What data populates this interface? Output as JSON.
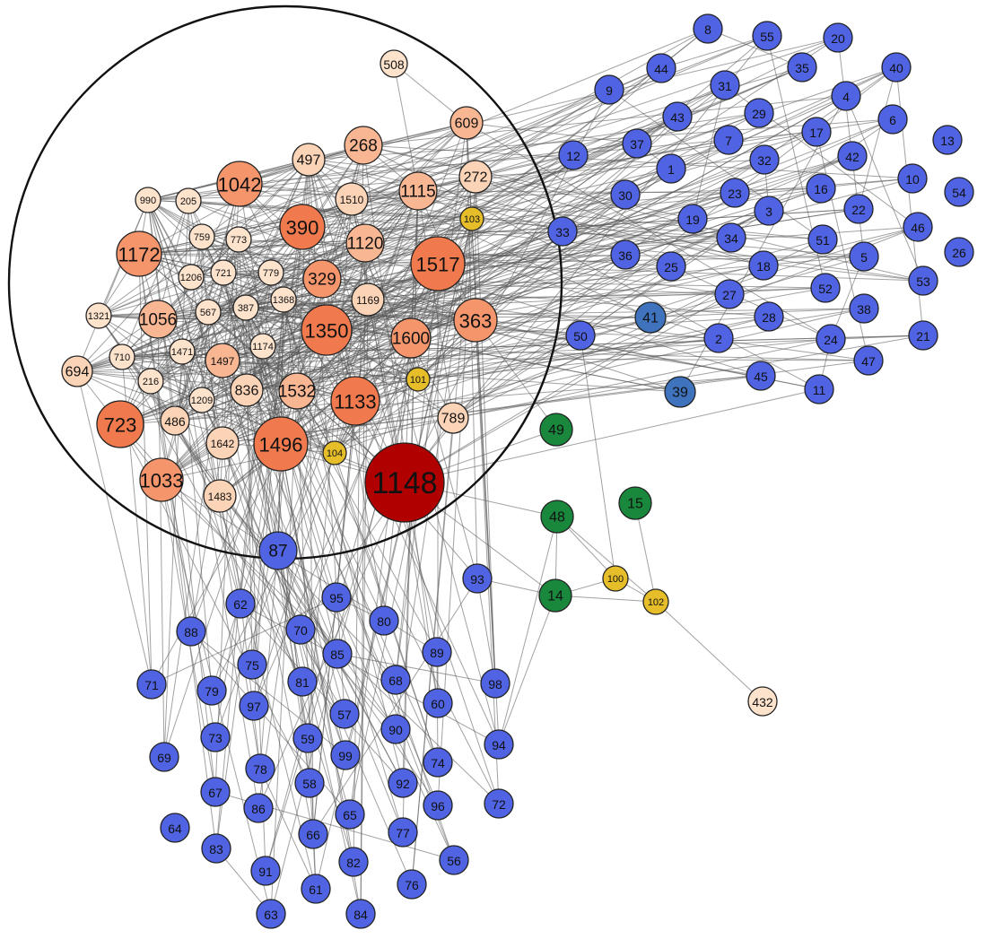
{
  "colors": {
    "blue": "#4f63e3",
    "steel": "#3f73bd",
    "green": "#19883c",
    "yellow": "#e6be2a",
    "darkred": "#b00000",
    "orange_dark": "#f07a4e",
    "orange_mid": "#f5956c",
    "orange_light": "#f8b692",
    "peach_light": "#fbd3b6",
    "peach_pale": "#fde2cc",
    "edge": "#555555",
    "outline": "#111111"
  },
  "nodes": [
    {
      "id": "1148",
      "color": "darkred"
    },
    {
      "id": "1517",
      "color": "orange_dark"
    },
    {
      "id": "1496",
      "color": "orange_dark"
    },
    {
      "id": "1350",
      "color": "orange_dark"
    },
    {
      "id": "1133",
      "color": "orange_dark"
    },
    {
      "id": "390",
      "color": "orange_dark"
    },
    {
      "id": "723",
      "color": "orange_dark"
    },
    {
      "id": "1172",
      "color": "orange_mid"
    },
    {
      "id": "1042",
      "color": "orange_mid"
    },
    {
      "id": "1033",
      "color": "orange_mid"
    },
    {
      "id": "363",
      "color": "orange_mid"
    },
    {
      "id": "329",
      "color": "orange_mid"
    },
    {
      "id": "1600",
      "color": "orange_mid"
    },
    {
      "id": "268",
      "color": "orange_light"
    },
    {
      "id": "1115",
      "color": "orange_light"
    },
    {
      "id": "1120",
      "color": "orange_light"
    },
    {
      "id": "1056",
      "color": "orange_light"
    },
    {
      "id": "1532",
      "color": "orange_light"
    },
    {
      "id": "1497",
      "color": "orange_light"
    },
    {
      "id": "609",
      "color": "orange_light"
    },
    {
      "id": "272",
      "color": "peach_light"
    },
    {
      "id": "1510",
      "color": "peach_light"
    },
    {
      "id": "497",
      "color": "peach_light"
    },
    {
      "id": "1169",
      "color": "peach_light"
    },
    {
      "id": "836",
      "color": "peach_light"
    },
    {
      "id": "486",
      "color": "peach_light"
    },
    {
      "id": "1642",
      "color": "peach_light"
    },
    {
      "id": "1483",
      "color": "peach_light"
    },
    {
      "id": "694",
      "color": "peach_light"
    },
    {
      "id": "789",
      "color": "peach_light"
    },
    {
      "id": "508",
      "color": "peach_pale"
    },
    {
      "id": "990",
      "color": "peach_pale"
    },
    {
      "id": "205",
      "color": "peach_pale"
    },
    {
      "id": "759",
      "color": "peach_pale"
    },
    {
      "id": "773",
      "color": "peach_pale"
    },
    {
      "id": "1206",
      "color": "peach_pale"
    },
    {
      "id": "721",
      "color": "peach_pale"
    },
    {
      "id": "779",
      "color": "peach_pale"
    },
    {
      "id": "1368",
      "color": "peach_pale"
    },
    {
      "id": "387",
      "color": "peach_pale"
    },
    {
      "id": "567",
      "color": "peach_pale"
    },
    {
      "id": "1321",
      "color": "peach_pale"
    },
    {
      "id": "1471",
      "color": "peach_pale"
    },
    {
      "id": "710",
      "color": "peach_pale"
    },
    {
      "id": "216",
      "color": "peach_pale"
    },
    {
      "id": "1174",
      "color": "peach_pale"
    },
    {
      "id": "1209",
      "color": "peach_pale"
    },
    {
      "id": "432",
      "color": "peach_pale"
    },
    {
      "id": "103",
      "color": "yellow"
    },
    {
      "id": "101",
      "color": "yellow"
    },
    {
      "id": "104",
      "color": "yellow"
    },
    {
      "id": "100",
      "color": "yellow"
    },
    {
      "id": "102",
      "color": "yellow"
    },
    {
      "id": "49",
      "color": "green"
    },
    {
      "id": "48",
      "color": "green"
    },
    {
      "id": "15",
      "color": "green"
    },
    {
      "id": "14",
      "color": "green"
    },
    {
      "id": "39",
      "color": "steel"
    },
    {
      "id": "41",
      "color": "steel"
    },
    {
      "id": "87",
      "color": "blue"
    },
    {
      "id": "8",
      "color": "blue"
    },
    {
      "id": "55",
      "color": "blue"
    },
    {
      "id": "20",
      "color": "blue"
    },
    {
      "id": "44",
      "color": "blue"
    },
    {
      "id": "35",
      "color": "blue"
    },
    {
      "id": "40",
      "color": "blue"
    },
    {
      "id": "9",
      "color": "blue"
    },
    {
      "id": "31",
      "color": "blue"
    },
    {
      "id": "4",
      "color": "blue"
    },
    {
      "id": "43",
      "color": "blue"
    },
    {
      "id": "29",
      "color": "blue"
    },
    {
      "id": "6",
      "color": "blue"
    },
    {
      "id": "12",
      "color": "blue"
    },
    {
      "id": "37",
      "color": "blue"
    },
    {
      "id": "7",
      "color": "blue"
    },
    {
      "id": "17",
      "color": "blue"
    },
    {
      "id": "13",
      "color": "blue"
    },
    {
      "id": "1",
      "color": "blue"
    },
    {
      "id": "32",
      "color": "blue"
    },
    {
      "id": "42",
      "color": "blue"
    },
    {
      "id": "30",
      "color": "blue"
    },
    {
      "id": "23",
      "color": "blue"
    },
    {
      "id": "16",
      "color": "blue"
    },
    {
      "id": "10",
      "color": "blue"
    },
    {
      "id": "54",
      "color": "blue"
    },
    {
      "id": "33",
      "color": "blue"
    },
    {
      "id": "19",
      "color": "blue"
    },
    {
      "id": "3",
      "color": "blue"
    },
    {
      "id": "22",
      "color": "blue"
    },
    {
      "id": "46",
      "color": "blue"
    },
    {
      "id": "36",
      "color": "blue"
    },
    {
      "id": "34",
      "color": "blue"
    },
    {
      "id": "51",
      "color": "blue"
    },
    {
      "id": "26",
      "color": "blue"
    },
    {
      "id": "25",
      "color": "blue"
    },
    {
      "id": "18",
      "color": "blue"
    },
    {
      "id": "5",
      "color": "blue"
    },
    {
      "id": "53",
      "color": "blue"
    },
    {
      "id": "27",
      "color": "blue"
    },
    {
      "id": "52",
      "color": "blue"
    },
    {
      "id": "28",
      "color": "blue"
    },
    {
      "id": "38",
      "color": "blue"
    },
    {
      "id": "50",
      "color": "blue"
    },
    {
      "id": "2",
      "color": "blue"
    },
    {
      "id": "24",
      "color": "blue"
    },
    {
      "id": "21",
      "color": "blue"
    },
    {
      "id": "47",
      "color": "blue"
    },
    {
      "id": "45",
      "color": "blue"
    },
    {
      "id": "11",
      "color": "blue"
    },
    {
      "id": "93",
      "color": "blue"
    },
    {
      "id": "62",
      "color": "blue"
    },
    {
      "id": "95",
      "color": "blue"
    },
    {
      "id": "88",
      "color": "blue"
    },
    {
      "id": "70",
      "color": "blue"
    },
    {
      "id": "80",
      "color": "blue"
    },
    {
      "id": "85",
      "color": "blue"
    },
    {
      "id": "89",
      "color": "blue"
    },
    {
      "id": "75",
      "color": "blue"
    },
    {
      "id": "71",
      "color": "blue"
    },
    {
      "id": "79",
      "color": "blue"
    },
    {
      "id": "81",
      "color": "blue"
    },
    {
      "id": "68",
      "color": "blue"
    },
    {
      "id": "98",
      "color": "blue"
    },
    {
      "id": "60",
      "color": "blue"
    },
    {
      "id": "97",
      "color": "blue"
    },
    {
      "id": "57",
      "color": "blue"
    },
    {
      "id": "90",
      "color": "blue"
    },
    {
      "id": "73",
      "color": "blue"
    },
    {
      "id": "59",
      "color": "blue"
    },
    {
      "id": "99",
      "color": "blue"
    },
    {
      "id": "94",
      "color": "blue"
    },
    {
      "id": "69",
      "color": "blue"
    },
    {
      "id": "78",
      "color": "blue"
    },
    {
      "id": "74",
      "color": "blue"
    },
    {
      "id": "58",
      "color": "blue"
    },
    {
      "id": "92",
      "color": "blue"
    },
    {
      "id": "67",
      "color": "blue"
    },
    {
      "id": "96",
      "color": "blue"
    },
    {
      "id": "86",
      "color": "blue"
    },
    {
      "id": "65",
      "color": "blue"
    },
    {
      "id": "72",
      "color": "blue"
    },
    {
      "id": "66",
      "color": "blue"
    },
    {
      "id": "77",
      "color": "blue"
    },
    {
      "id": "64",
      "color": "blue"
    },
    {
      "id": "83",
      "color": "blue"
    },
    {
      "id": "82",
      "color": "blue"
    },
    {
      "id": "56",
      "color": "blue"
    },
    {
      "id": "91",
      "color": "blue"
    },
    {
      "id": "61",
      "color": "blue"
    },
    {
      "id": "76",
      "color": "blue"
    },
    {
      "id": "63",
      "color": "blue"
    },
    {
      "id": "84",
      "color": "blue"
    }
  ]
}
